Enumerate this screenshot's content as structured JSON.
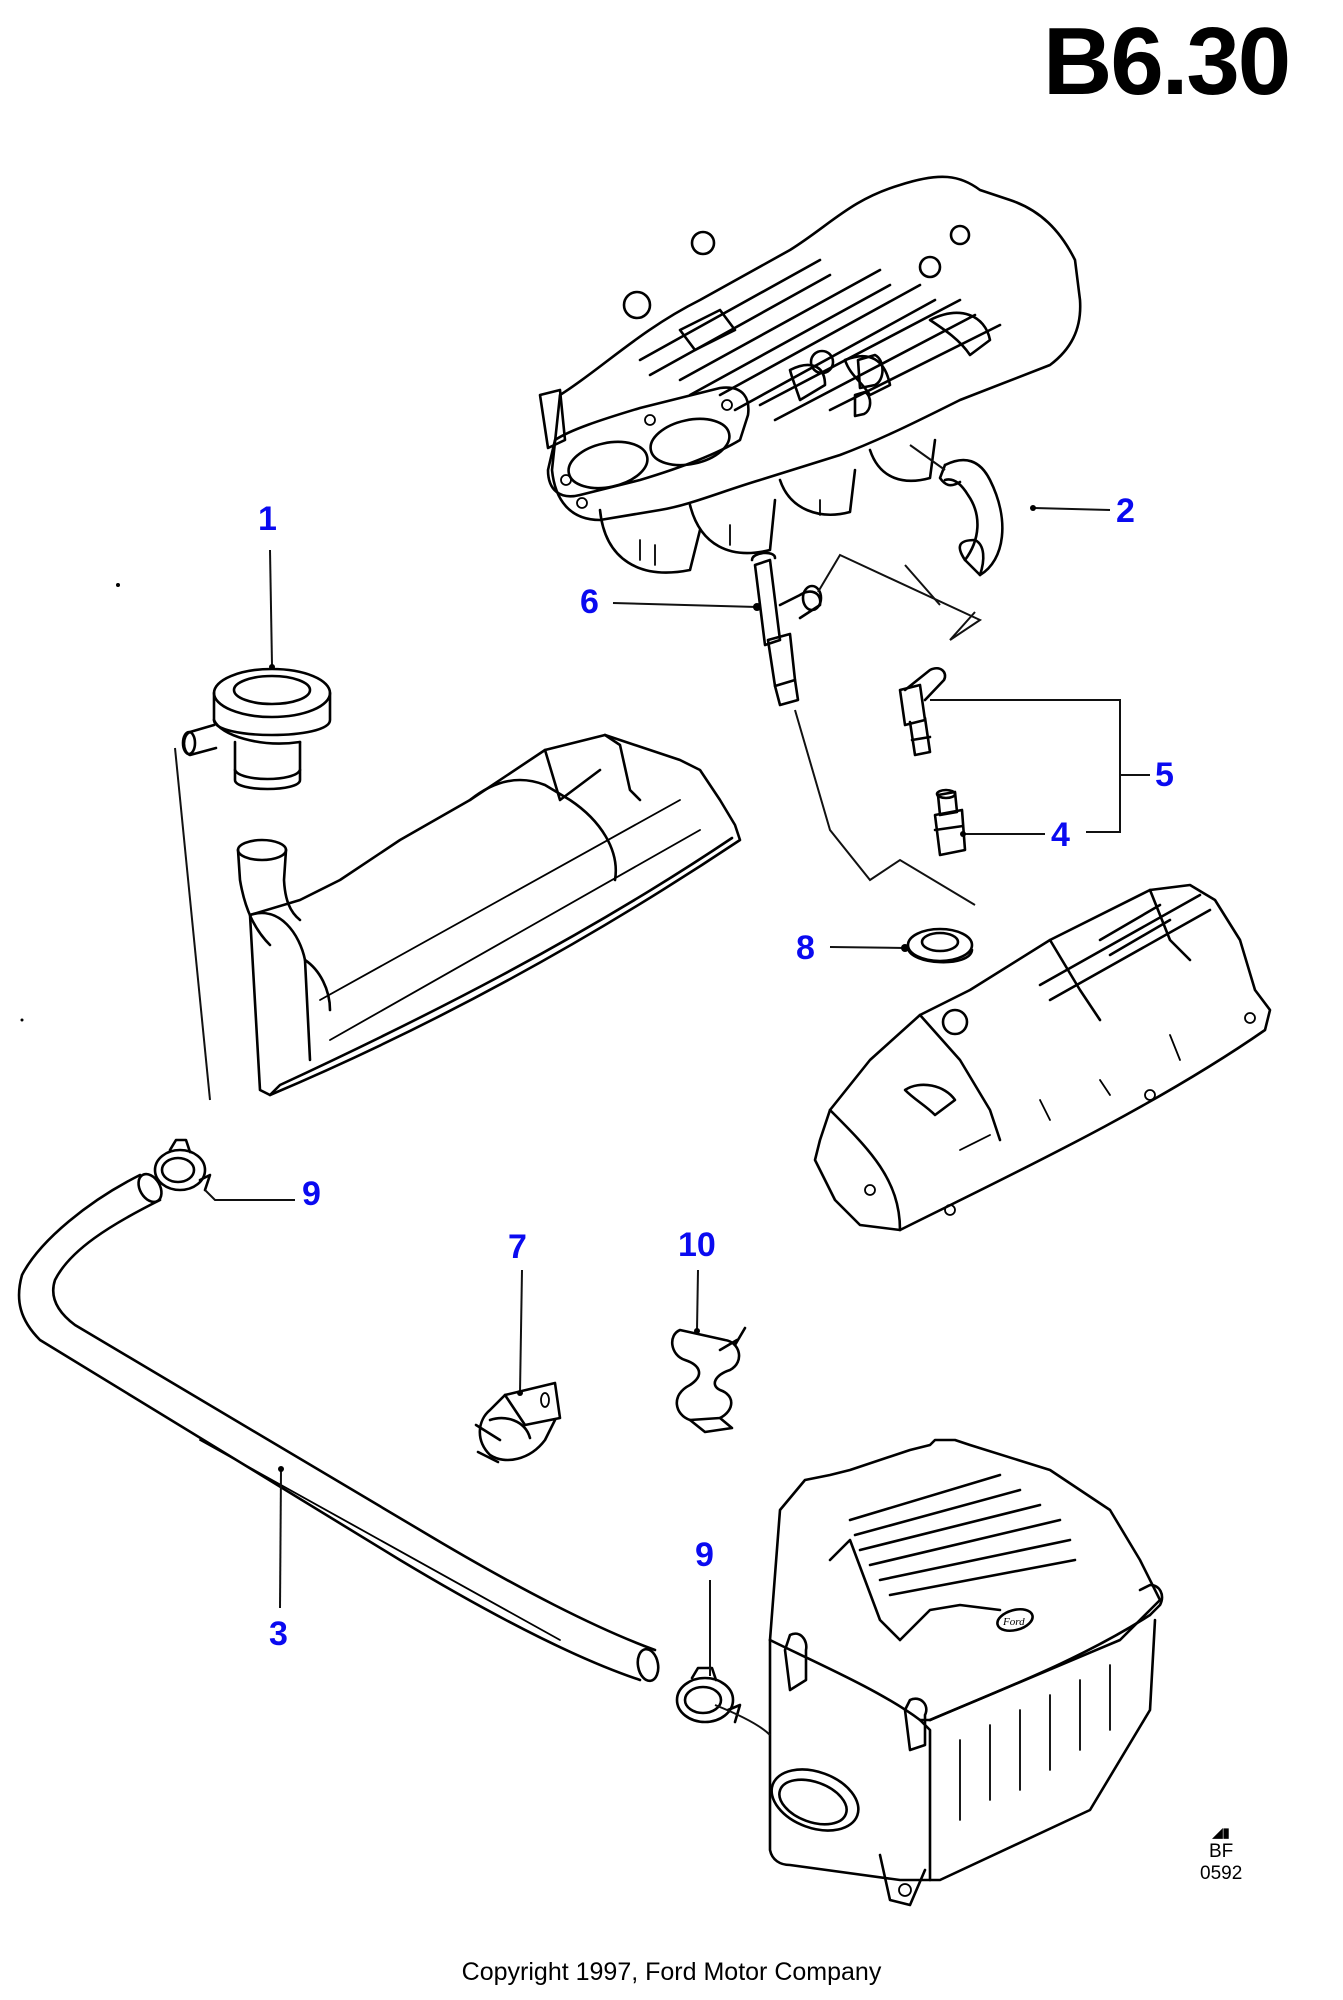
{
  "diagram": {
    "page_code": "B6.30",
    "reference": {
      "mark": "◢▮",
      "line1": "BF",
      "line2": "0592"
    },
    "copyright": "Copyright 1997, Ford Motor Company",
    "callout_color": "#0a0af0",
    "callouts": [
      {
        "id": "1",
        "label": "1",
        "part": "crankcase ventilation valve / oil separator"
      },
      {
        "id": "2",
        "label": "2",
        "part": "hose (intake manifold to tee)"
      },
      {
        "id": "3",
        "label": "3",
        "part": "breather hose (to air cleaner)"
      },
      {
        "id": "4",
        "label": "4",
        "part": "PCV valve"
      },
      {
        "id": "5",
        "label": "5",
        "part": "PCV valve assembly with hose"
      },
      {
        "id": "6",
        "label": "6",
        "part": "tee connector"
      },
      {
        "id": "7",
        "label": "7",
        "part": "hose clip with bracket"
      },
      {
        "id": "8",
        "label": "8",
        "part": "grommet"
      },
      {
        "id": "9a",
        "label": "9",
        "part": "hose clamp"
      },
      {
        "id": "9b",
        "label": "9",
        "part": "hose clamp"
      },
      {
        "id": "10",
        "label": "10",
        "part": "double hose clip"
      }
    ],
    "components": [
      "intake manifold",
      "rocker cover (left bank)",
      "rocker cover (right bank)",
      "air cleaner housing"
    ],
    "logo_text": "Ford"
  }
}
